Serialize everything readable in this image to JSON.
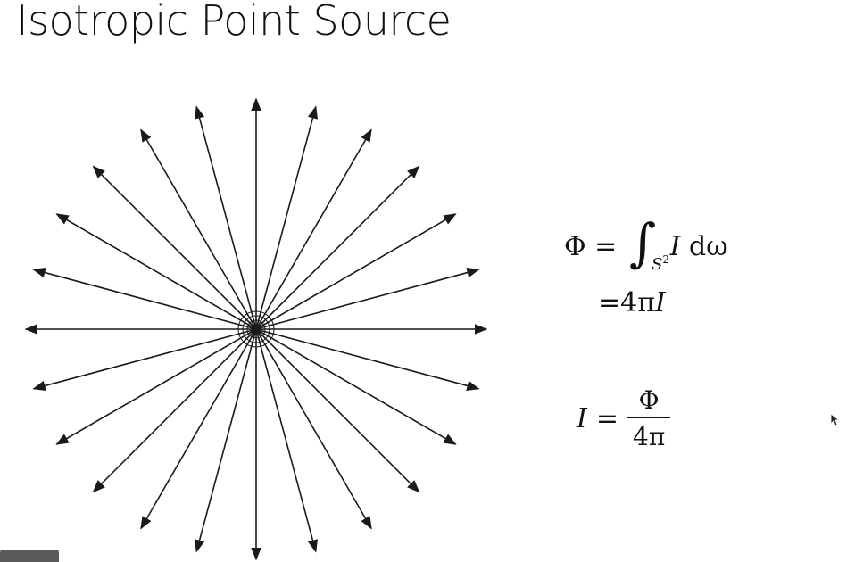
{
  "slide": {
    "title": "Isotropic Point Source"
  },
  "diagram": {
    "arrow_count": 24,
    "arrow_color": "#1a1a1a",
    "hub_rings": 4
  },
  "equations": {
    "flux": {
      "lhs": "Φ",
      "equals": "=",
      "integral": "∫",
      "domain": "S",
      "domain_exp": "2",
      "integrand": "I",
      "differential": "dω",
      "result_equals": "=",
      "result": "4π",
      "result_var": "I"
    },
    "intensity": {
      "lhs": "I",
      "equals": "=",
      "numerator": "Φ",
      "denominator": "4π"
    }
  }
}
